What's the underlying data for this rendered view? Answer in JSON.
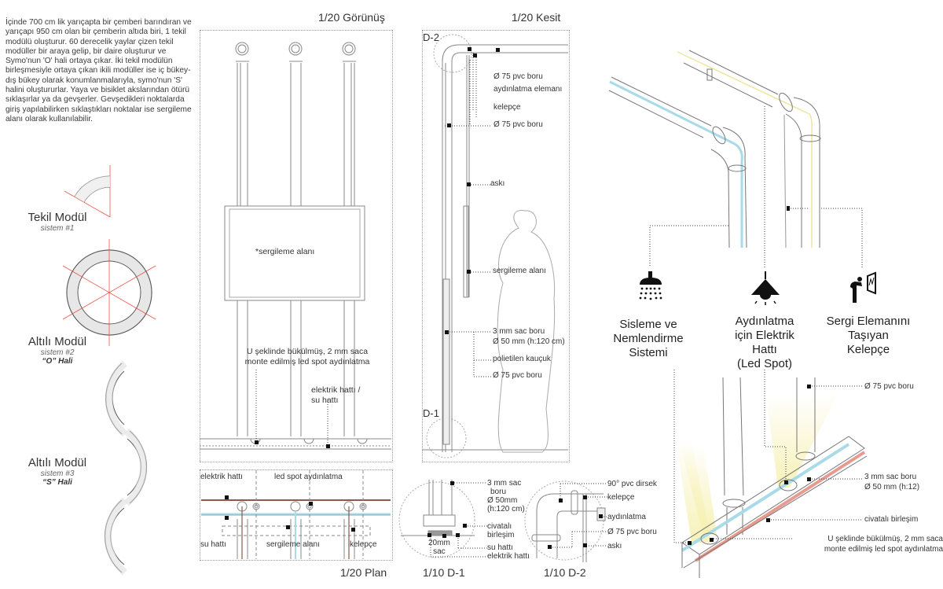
{
  "intro_text": "İçinde 700 cm lik yarıçapta bir çemberi barındıran ve yarıçapı 950 cm olan bir çemberin altıda biri, 1 tekil modülü oluşturur. 60 derecelik yaylar çizen tekil modüller bir araya gelip, bir daire oluşturur ve Symo'nun 'O' hali ortaya çıkar. İki tekil modülün birleşmesiyle ortaya çıkan ikili modüller ise iç bükey-dış bükey olarak konumlanmalarıyla, symo'nun 'S' halini oluştururlar. Yaya ve bisiklet akslarından ötürü sıklaşırlar ya da gevşerler. Gevşedikleri noktalarda giriş yapılabilirken sıklaştıkları noktalar ise sergileme alanı olarak kullanılabilir.",
  "modules": [
    {
      "title": "Tekil Modül",
      "subtitle": "sistem #1",
      "form": ""
    },
    {
      "title": "Altılı Modül",
      "subtitle": "sistem #2",
      "form": "“O” Hali"
    },
    {
      "title": "Altılı Modül",
      "subtitle": "sistem #3",
      "form": "“S” Hali"
    }
  ],
  "elevation": {
    "scale_title": "1/20 Görünüş",
    "display_label": "*sergileme alanı",
    "led_label_1": "U şeklinde bükülmüş,  2 mm saca",
    "led_label_2": "monte edilmiş led spot aydınlatma",
    "line_label_1": "elektrik hattı /",
    "line_label_2": "su hattı"
  },
  "plan": {
    "scale_title": "1/20 Plan",
    "labels": {
      "electric": "elektrik hattı",
      "led": "led spot aydınlatma",
      "water": "su hattı",
      "display": "sergileme alanı",
      "clamp": "kelepçe"
    }
  },
  "section": {
    "scale_title": "1/20 Kesit",
    "detail_top": "D-2",
    "detail_bottom": "D-1",
    "labels": [
      "Ø 75 pvc boru",
      "aydınlatma elemanı",
      "kelepçe",
      "Ø 75 pvc boru",
      "askı",
      "sergileme alanı",
      "3 mm sac boru",
      "Ø 50 mm (h:120 cm)",
      "polietilen kauçuk",
      "Ø 75 pvc boru"
    ]
  },
  "detail_d1": {
    "scale_title": "1/10 D-1",
    "labels": [
      "3 mm sac",
      "boru",
      "Ø 50mm",
      "(h:120 cm)",
      "civatalı",
      "birleşim",
      "su hattı",
      "elektrik hattı"
    ],
    "plate_label_1": "20mm",
    "plate_label_2": "sac"
  },
  "detail_d2": {
    "scale_title": "1/10 D-2",
    "labels": [
      "90° pvc dirsek",
      "kelepçe",
      "aydınlatma",
      "Ø 75 pvc boru",
      "askı"
    ]
  },
  "systems": [
    {
      "icon": "shower-icon",
      "label_lines": [
        "Sisleme ve",
        "Nemlendirme",
        "Sistemi"
      ]
    },
    {
      "icon": "pendant-lamp-icon",
      "label_lines": [
        "Aydınlatma",
        "için Elektrik",
        "Hattı",
        "(Led Spot)"
      ]
    },
    {
      "icon": "person-viewing-painting-icon",
      "label_lines": [
        "Sergi Elemanını",
        "Taşıyan",
        "Kelepçe"
      ]
    }
  ],
  "axonometric": {
    "labels": {
      "pvc": "Ø 75 pvc boru",
      "steel_1": "3 mm sac boru",
      "steel_2": "Ø 50 mm (h:12)",
      "bolt": "civatalı birleşim",
      "led_1": "U şeklinde bükülmüş, 2 mm saca",
      "led_2": "monte edilmiş led spot aydınlatma"
    }
  },
  "colors": {
    "water_line": "#a8dbe8",
    "electric_line": "#e89a8e",
    "light_cone": "#f6f0b0",
    "axis_red": "#e8554a",
    "line_gray": "#8a8a8a",
    "plan_brown": "#8a5a4a"
  }
}
